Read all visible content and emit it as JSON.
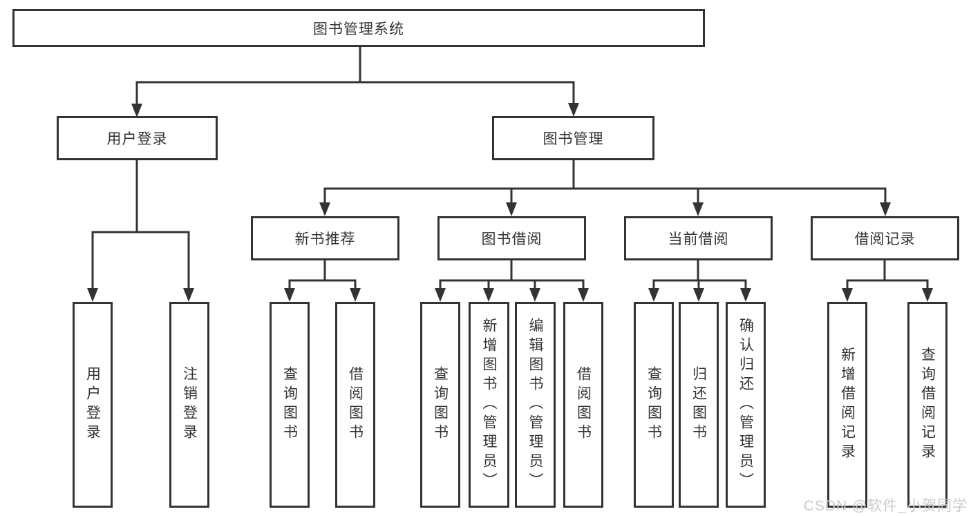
{
  "diagram": {
    "root": "图书管理系统",
    "level2": {
      "user_login": "用户登录",
      "book_mgmt": "图书管理"
    },
    "level3": {
      "new_book_rec": "新书推荐",
      "book_borrow": "图书借阅",
      "current_borrow": "当前借阅",
      "borrow_records": "借阅记录"
    },
    "leaves": {
      "user_login": [
        "用户登录",
        "注销登录"
      ],
      "new_book_rec": [
        "查询图书",
        "借阅图书"
      ],
      "book_borrow": [
        "查询图书",
        "新增图书（管理员）",
        "编辑图书（管理员）",
        "借阅图书"
      ],
      "current_borrow": [
        "查询图书",
        "归还图书",
        "确认归还（管理员）"
      ],
      "borrow_records": [
        "新增借阅记录",
        "查询借阅记录"
      ]
    }
  },
  "watermark": "CSDN @软件_小贺同学",
  "colors": {
    "line": "#333333",
    "box_border": "#333333",
    "text": "#333333",
    "watermark": "#cbcbcb",
    "background": "#ffffff"
  }
}
